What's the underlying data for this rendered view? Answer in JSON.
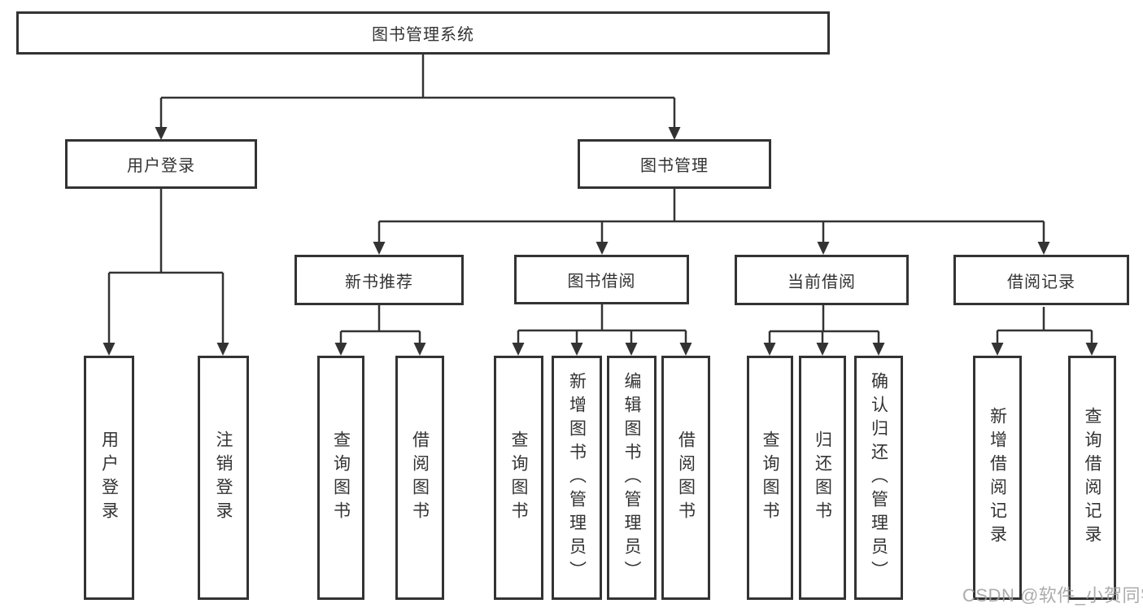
{
  "diagram": {
    "root": {
      "label": "图书管理系统"
    },
    "level2": [
      {
        "label": "用户登录"
      },
      {
        "label": "图书管理"
      }
    ],
    "level3": [
      {
        "label": "新书推荐"
      },
      {
        "label": "图书借阅"
      },
      {
        "label": "当前借阅"
      },
      {
        "label": "借阅记录"
      }
    ],
    "leaves": {
      "user_login": [
        {
          "label": "用户登录"
        },
        {
          "label": "注销登录"
        }
      ],
      "new_book_recommend": [
        {
          "label": "查询图书"
        },
        {
          "label": "借阅图书"
        }
      ],
      "book_borrow": [
        {
          "label": "查询图书"
        },
        {
          "label": "新增图书（管理员）"
        },
        {
          "label": "编辑图书（管理员）"
        },
        {
          "label": "借阅图书"
        }
      ],
      "current_borrow": [
        {
          "label": "查询图书"
        },
        {
          "label": "归还图书"
        },
        {
          "label": "确认归还（管理员）"
        }
      ],
      "borrow_records": [
        {
          "label": "新增借阅记录"
        },
        {
          "label": "查询借阅记录"
        }
      ]
    }
  },
  "watermark": {
    "text": "CSDN @软件_小贺同学"
  },
  "colors": {
    "line": "#333333",
    "text": "#333333",
    "watermark": "#9e9e9e",
    "background": "#ffffff"
  }
}
